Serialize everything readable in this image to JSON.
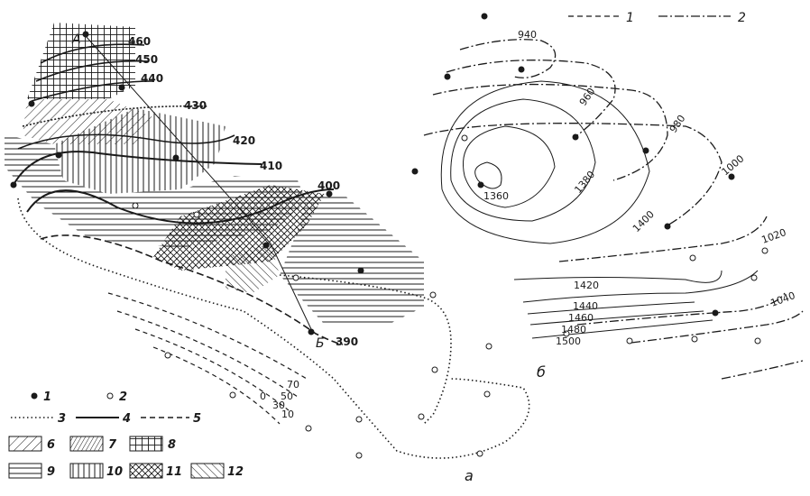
{
  "map_a": {
    "point_labels": {
      "a_point": "А",
      "b_point": "Б",
      "panel": "а"
    },
    "isolines": [
      {
        "label": "460"
      },
      {
        "label": "450"
      },
      {
        "label": "440"
      },
      {
        "label": "430"
      },
      {
        "label": "420"
      },
      {
        "label": "410"
      },
      {
        "label": "400"
      },
      {
        "label": "390"
      }
    ],
    "thickness_labels": [
      "70",
      "50",
      "30",
      "10",
      "0"
    ],
    "legend": [
      {
        "num": "1"
      },
      {
        "num": "2"
      },
      {
        "num": "3"
      },
      {
        "num": "4"
      },
      {
        "num": "5"
      },
      {
        "num": "6"
      },
      {
        "num": "7"
      },
      {
        "num": "8"
      },
      {
        "num": "9"
      },
      {
        "num": "10"
      },
      {
        "num": "11"
      },
      {
        "num": "12"
      }
    ]
  },
  "map_b": {
    "panel": "б",
    "legend": [
      {
        "num": "1"
      },
      {
        "num": "2"
      }
    ],
    "contours_dashdot": [
      "940",
      "960",
      "980",
      "1000",
      "1020",
      "1040"
    ],
    "contours_solid": [
      "1360",
      "1380",
      "1400",
      "1420",
      "1440",
      "1460",
      "1480",
      "1500"
    ]
  },
  "colors": {
    "ink": "#1a1a1a",
    "paper": "#ffffff"
  }
}
